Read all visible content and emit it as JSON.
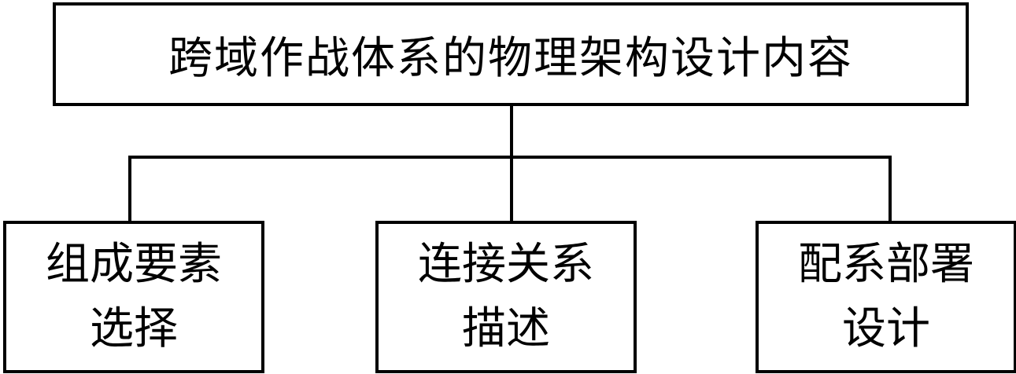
{
  "diagram": {
    "root": {
      "label": "跨域作战体系的物理架构设计内容"
    },
    "children": [
      {
        "line1": "组成要素",
        "line2": "选择"
      },
      {
        "line1": "连接关系",
        "line2": "描述"
      },
      {
        "line1": "配系部署",
        "line2": "设计"
      }
    ]
  },
  "colors": {
    "stroke": "#000000",
    "background": "#ffffff"
  }
}
